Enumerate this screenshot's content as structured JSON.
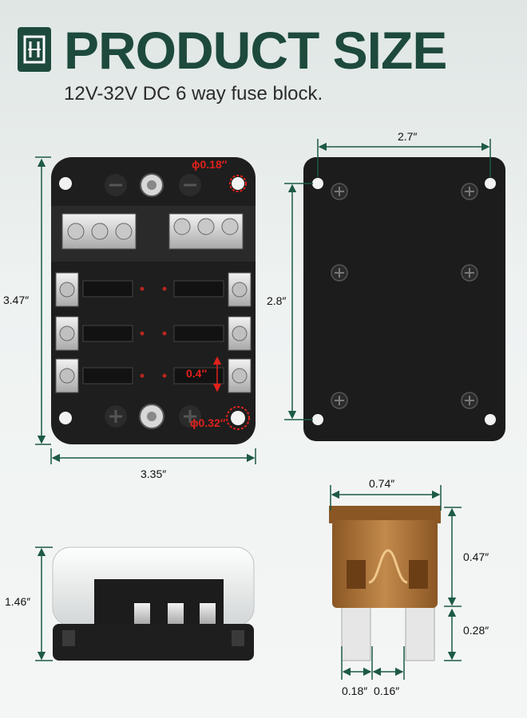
{
  "header": {
    "title": "PRODUCT SIZE",
    "subtitle": "12V-32V DC 6 way fuse block.",
    "logo_icon": "fuse-logo-icon",
    "brand_color": "#1d4a3d"
  },
  "dimensions": {
    "block_height": "3.47″",
    "block_width": "3.35″",
    "hole_small": "ϕ0.18″",
    "hole_large": "ϕ0.32″",
    "fuse_slot": "0.4″",
    "plate_width": "2.7″",
    "plate_height": "2.8″",
    "side_height": "1.46″",
    "fuse_width": "0.74″",
    "fuse_body_height": "0.47″",
    "fuse_blade_height": "0.28″",
    "blade_width": "0.18″",
    "blade_gap": "0.16″"
  },
  "colors": {
    "dimension_line": "#1d5a45",
    "annotation_red": "#e0211b",
    "fuse_orange": "#b0733a",
    "block_black": "#1e1e1e"
  }
}
